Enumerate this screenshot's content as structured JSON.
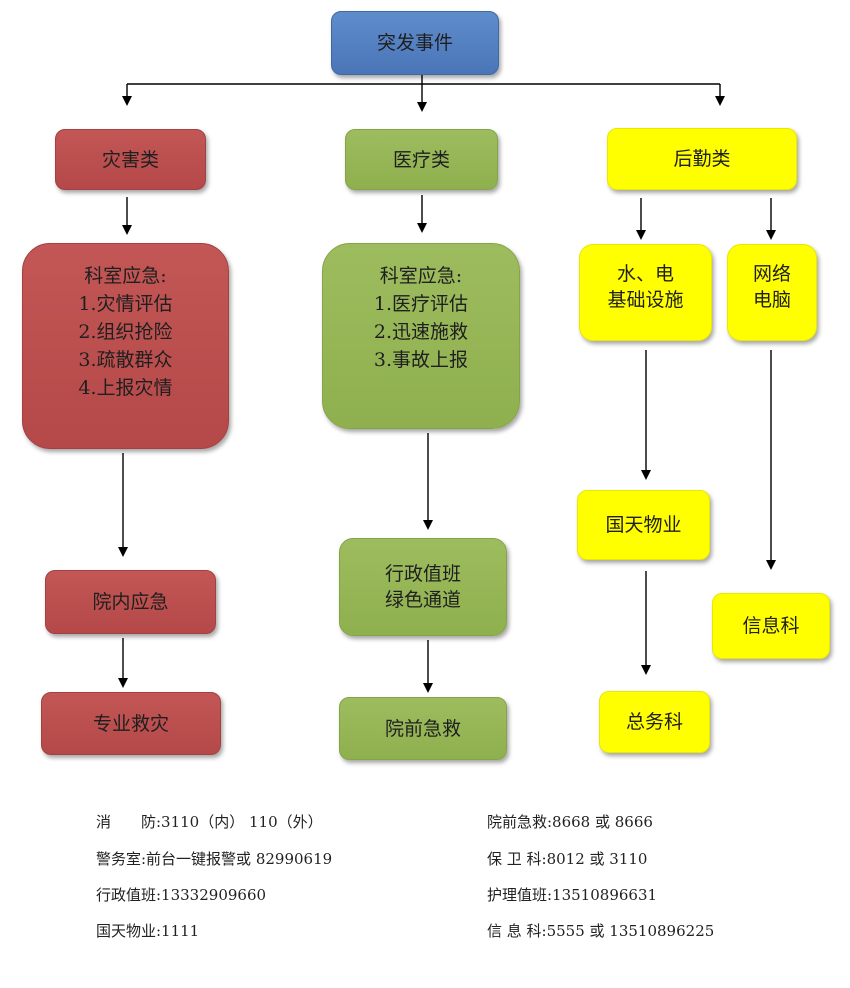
{
  "nodes": {
    "root": {
      "label": "突发事件",
      "color": "#4a76b8"
    },
    "disaster": {
      "label": "灾害类",
      "color": "#b54848"
    },
    "medical": {
      "label": "医疗类",
      "color": "#8fb04f"
    },
    "logistics": {
      "label": "后勤类",
      "color": "#ffff00"
    },
    "disaster_dept": {
      "label": "科室应急:\n1.灾情评估\n2.组织抢险\n3.疏散群众\n4.上报灾情"
    },
    "medical_dept": {
      "label": "科室应急:\n1.医疗评估\n2.迅速施救\n3.事故上报"
    },
    "water_power": {
      "label": "水、电\n基础设施"
    },
    "network": {
      "label": "网络\n电脑"
    },
    "hospital_emergency": {
      "label": "院内应急"
    },
    "admin_green": {
      "label": "行政值班\n绿色通道"
    },
    "guotian": {
      "label": "国天物业"
    },
    "info_dept": {
      "label": "信息科"
    },
    "pro_rescue": {
      "label": "专业救灾"
    },
    "prehospital": {
      "label": "院前急救"
    },
    "general_affairs": {
      "label": "总务科"
    }
  },
  "contacts": {
    "fire": "消　　防:3110（内） 110（外）",
    "police": "警务室:前台一键报警或 82990619",
    "admin": "行政值班:13332909660",
    "guotian": "国天物业:1111",
    "prehospital": "院前急救:8668 或 8666",
    "security": "保 卫 科:8012 或 3110",
    "nursing": "护理值班:13510896631",
    "info": "信 息 科:5555 或 13510896225"
  }
}
